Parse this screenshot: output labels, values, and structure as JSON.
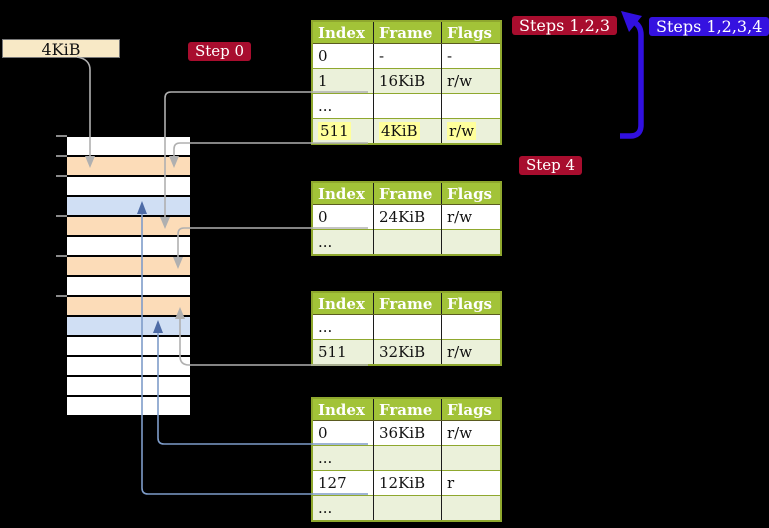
{
  "pointer_box": {
    "label": "4KiB"
  },
  "badges": {
    "step0": "Step 0",
    "steps123": "Steps 1,2,3",
    "steps1234": "Steps 1,2,3,4",
    "step4": "Step 4"
  },
  "page_tables": [
    {
      "id": "table-1",
      "headers": [
        "Index",
        "Frame",
        "Flags"
      ],
      "rows": [
        {
          "cells": [
            "0",
            "-",
            "-"
          ],
          "shaded": false,
          "highlight": false
        },
        {
          "cells": [
            "1",
            "16KiB",
            "r/w"
          ],
          "shaded": true,
          "highlight": false
        },
        {
          "cells": [
            "...",
            "",
            ""
          ],
          "shaded": false,
          "highlight": false
        },
        {
          "cells": [
            "511",
            "4KiB",
            "r/w"
          ],
          "shaded": true,
          "highlight": true
        }
      ]
    },
    {
      "id": "table-2",
      "headers": [
        "Index",
        "Frame",
        "Flags"
      ],
      "rows": [
        {
          "cells": [
            "0",
            "24KiB",
            "r/w"
          ],
          "shaded": false,
          "highlight": false
        },
        {
          "cells": [
            "...",
            "",
            ""
          ],
          "shaded": true,
          "highlight": false
        }
      ]
    },
    {
      "id": "table-3",
      "headers": [
        "Index",
        "Frame",
        "Flags"
      ],
      "rows": [
        {
          "cells": [
            "...",
            "",
            ""
          ],
          "shaded": false,
          "highlight": false
        },
        {
          "cells": [
            "511",
            "32KiB",
            "r/w"
          ],
          "shaded": true,
          "highlight": false
        }
      ]
    },
    {
      "id": "table-4",
      "headers": [
        "Index",
        "Frame",
        "Flags"
      ],
      "rows": [
        {
          "cells": [
            "0",
            "36KiB",
            "r/w"
          ],
          "shaded": false,
          "highlight": false
        },
        {
          "cells": [
            "...",
            "",
            ""
          ],
          "shaded": true,
          "highlight": false
        },
        {
          "cells": [
            "127",
            "12KiB",
            "r"
          ],
          "shaded": false,
          "highlight": false
        },
        {
          "cells": [
            "...",
            "",
            ""
          ],
          "shaded": true,
          "highlight": false
        }
      ]
    }
  ],
  "physical_memory": {
    "frames": [
      {
        "type": "empty"
      },
      {
        "type": "page_table"
      },
      {
        "type": "empty"
      },
      {
        "type": "page"
      },
      {
        "type": "page_table"
      },
      {
        "type": "empty"
      },
      {
        "type": "page_table"
      },
      {
        "type": "empty"
      },
      {
        "type": "page_table"
      },
      {
        "type": "page"
      },
      {
        "type": "empty"
      },
      {
        "type": "empty"
      },
      {
        "type": "empty"
      },
      {
        "type": "empty"
      }
    ]
  },
  "colors": {
    "table_header": "#a2c338",
    "table_border": "#8fa82e",
    "row_shaded": "#ebf1da",
    "row_plain": "#ffffff",
    "highlight": "#ffff9c",
    "frame_page_table": "#fcdcb8",
    "frame_page": "#d0dff4",
    "frame_empty": "#ffffff",
    "badge_red": "#a80d2e",
    "badge_blue": "#3512e0",
    "pointer_box_bg": "#f8e9c6",
    "connector_gray": "#b0b0b0",
    "connector_blue": "#7e9cc9",
    "connector_blue_head": "#4d6ba6",
    "big_arrow": "#3110e0",
    "tick_gray": "#8a8a8a"
  }
}
